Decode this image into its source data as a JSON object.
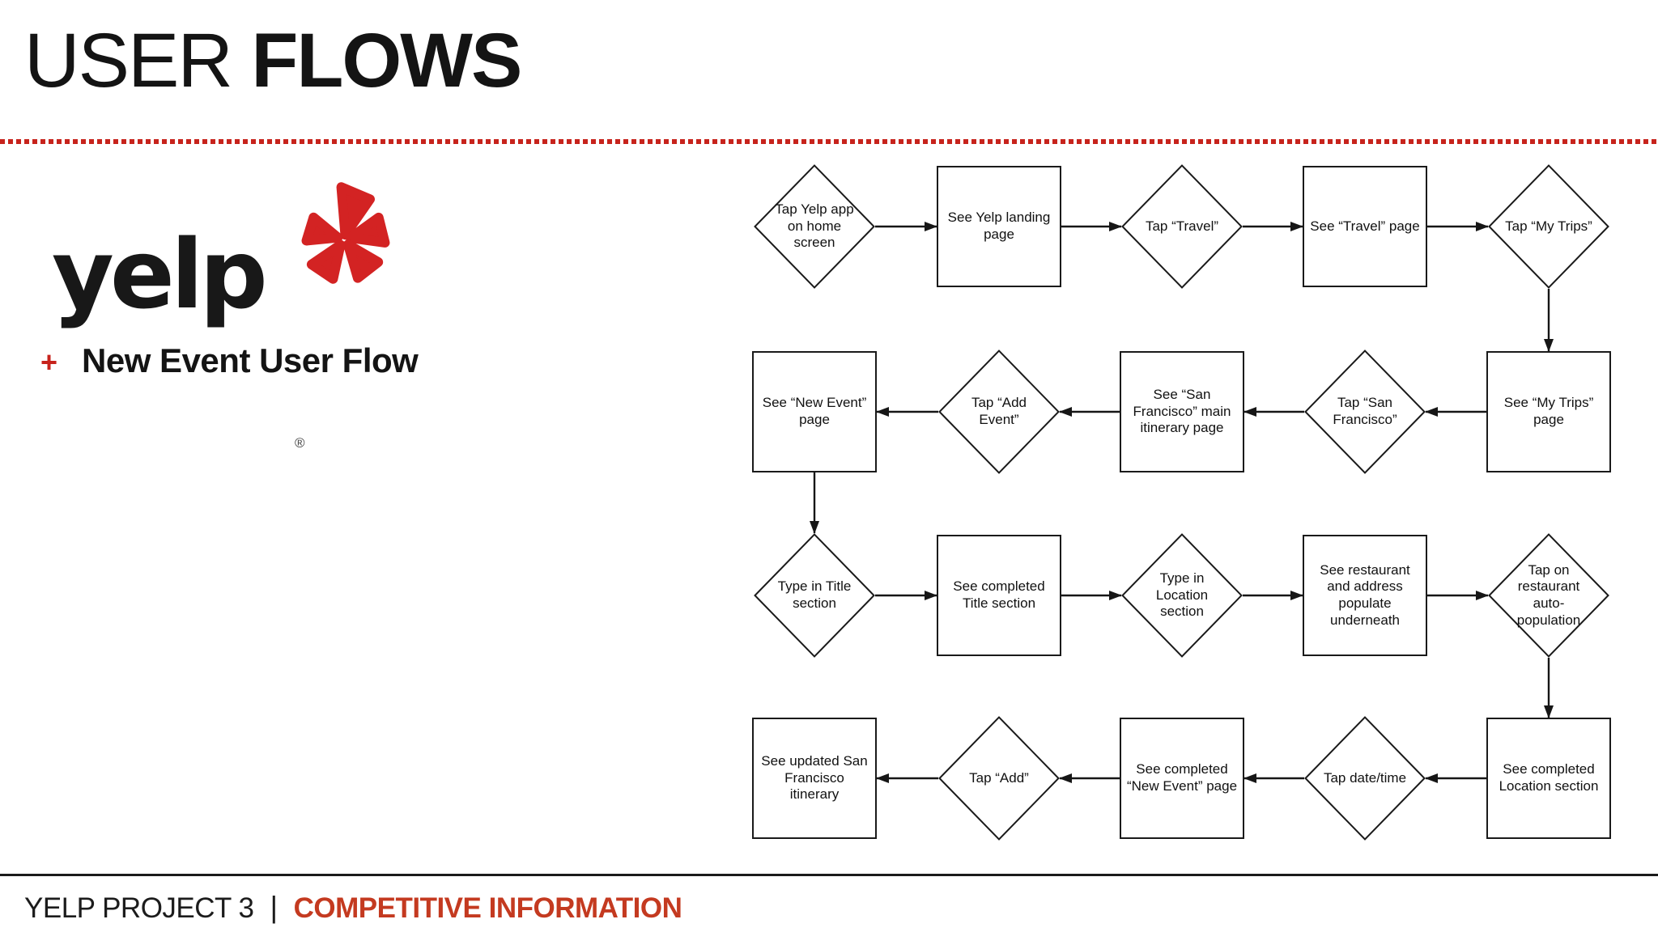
{
  "slide": {
    "title": {
      "regular": "USER ",
      "bold": "FLOWS"
    },
    "logo": {
      "wordmark": "yelp",
      "registered": "®"
    },
    "bullet": {
      "marker": "+",
      "label": "New Event User Flow"
    },
    "footer": {
      "project": "YELP PROJECT 3",
      "divider": "|",
      "section": "COMPETITIVE INFORMATION"
    },
    "colors": {
      "accent_red": "#c7231c",
      "footer_red": "#c43a20",
      "yelp_red": "#d32323",
      "line_black": "#1a1a1a"
    }
  },
  "flow": {
    "rows": [
      {
        "direction": "right",
        "nodes": [
          {
            "shape": "diamond",
            "label": "Tap Yelp app on home screen"
          },
          {
            "shape": "rect",
            "label": "See Yelp landing page"
          },
          {
            "shape": "diamond",
            "label": "Tap “Travel”"
          },
          {
            "shape": "rect",
            "label": "See “Travel” page"
          },
          {
            "shape": "diamond",
            "label": "Tap “My Trips”"
          }
        ]
      },
      {
        "direction": "left",
        "nodes": [
          {
            "shape": "rect",
            "label": "See “New Event” page"
          },
          {
            "shape": "diamond",
            "label": "Tap “Add Event”"
          },
          {
            "shape": "rect",
            "label": "See “San Francisco” main itinerary page"
          },
          {
            "shape": "diamond",
            "label": "Tap “San Francisco”"
          },
          {
            "shape": "rect",
            "label": "See “My Trips” page"
          }
        ]
      },
      {
        "direction": "right",
        "nodes": [
          {
            "shape": "diamond",
            "label": "Type in Title section"
          },
          {
            "shape": "rect",
            "label": "See completed Title section"
          },
          {
            "shape": "diamond",
            "label": "Type in Location section"
          },
          {
            "shape": "rect",
            "label": "See restaurant and address populate underneath"
          },
          {
            "shape": "diamond",
            "label": "Tap on restaurant auto-population"
          }
        ]
      },
      {
        "direction": "left",
        "nodes": [
          {
            "shape": "rect",
            "label": "See updated San Francisco itinerary"
          },
          {
            "shape": "diamond",
            "label": "Tap “Add”"
          },
          {
            "shape": "rect",
            "label": "See completed “New Event” page"
          },
          {
            "shape": "diamond",
            "label": "Tap date/time"
          },
          {
            "shape": "rect",
            "label": "See completed Location section"
          }
        ]
      }
    ],
    "connectors": [
      {
        "from": [
          0,
          4
        ],
        "to": [
          1,
          4
        ]
      },
      {
        "from": [
          1,
          0
        ],
        "to": [
          2,
          0
        ]
      },
      {
        "from": [
          2,
          4
        ],
        "to": [
          3,
          4
        ]
      }
    ]
  }
}
